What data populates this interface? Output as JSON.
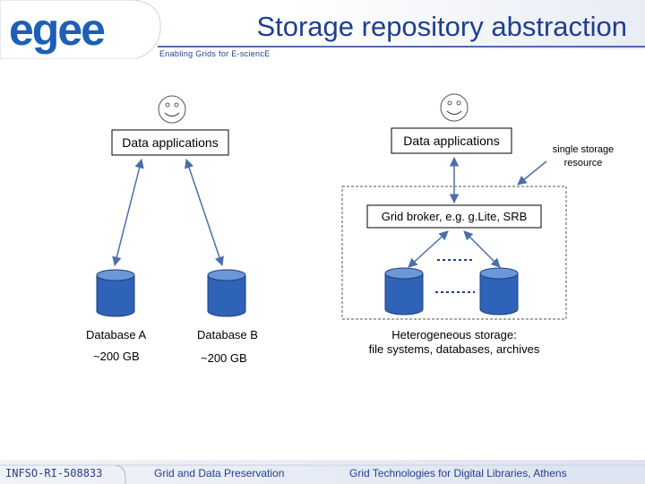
{
  "header": {
    "logo_text": "egee",
    "title": "Storage repository abstraction",
    "tagline": "Enabling Grids for E-sciencE"
  },
  "left": {
    "data_applications": "Data applications",
    "database_a": {
      "name": "Database A",
      "size": "~200 GB"
    },
    "database_b": {
      "name": "Database B",
      "size": "~200 GB"
    }
  },
  "right": {
    "data_applications": "Data applications",
    "single_storage": "single storage resource",
    "broker": "Grid broker, e.g. g.Lite, SRB",
    "heterogeneous_line1": "Heterogeneous storage:",
    "heterogeneous_line2": "file systems, databases, archives"
  },
  "footer": {
    "id": "INFSO-RI-508833",
    "center": "Grid and Data Preservation",
    "right": "Grid Technologies for Digital Libraries, Athens"
  },
  "colors": {
    "brand_blue": "#1e3f8f",
    "cylinder_fill": "#2e63b8",
    "cylinder_top": "#6c97d6"
  }
}
